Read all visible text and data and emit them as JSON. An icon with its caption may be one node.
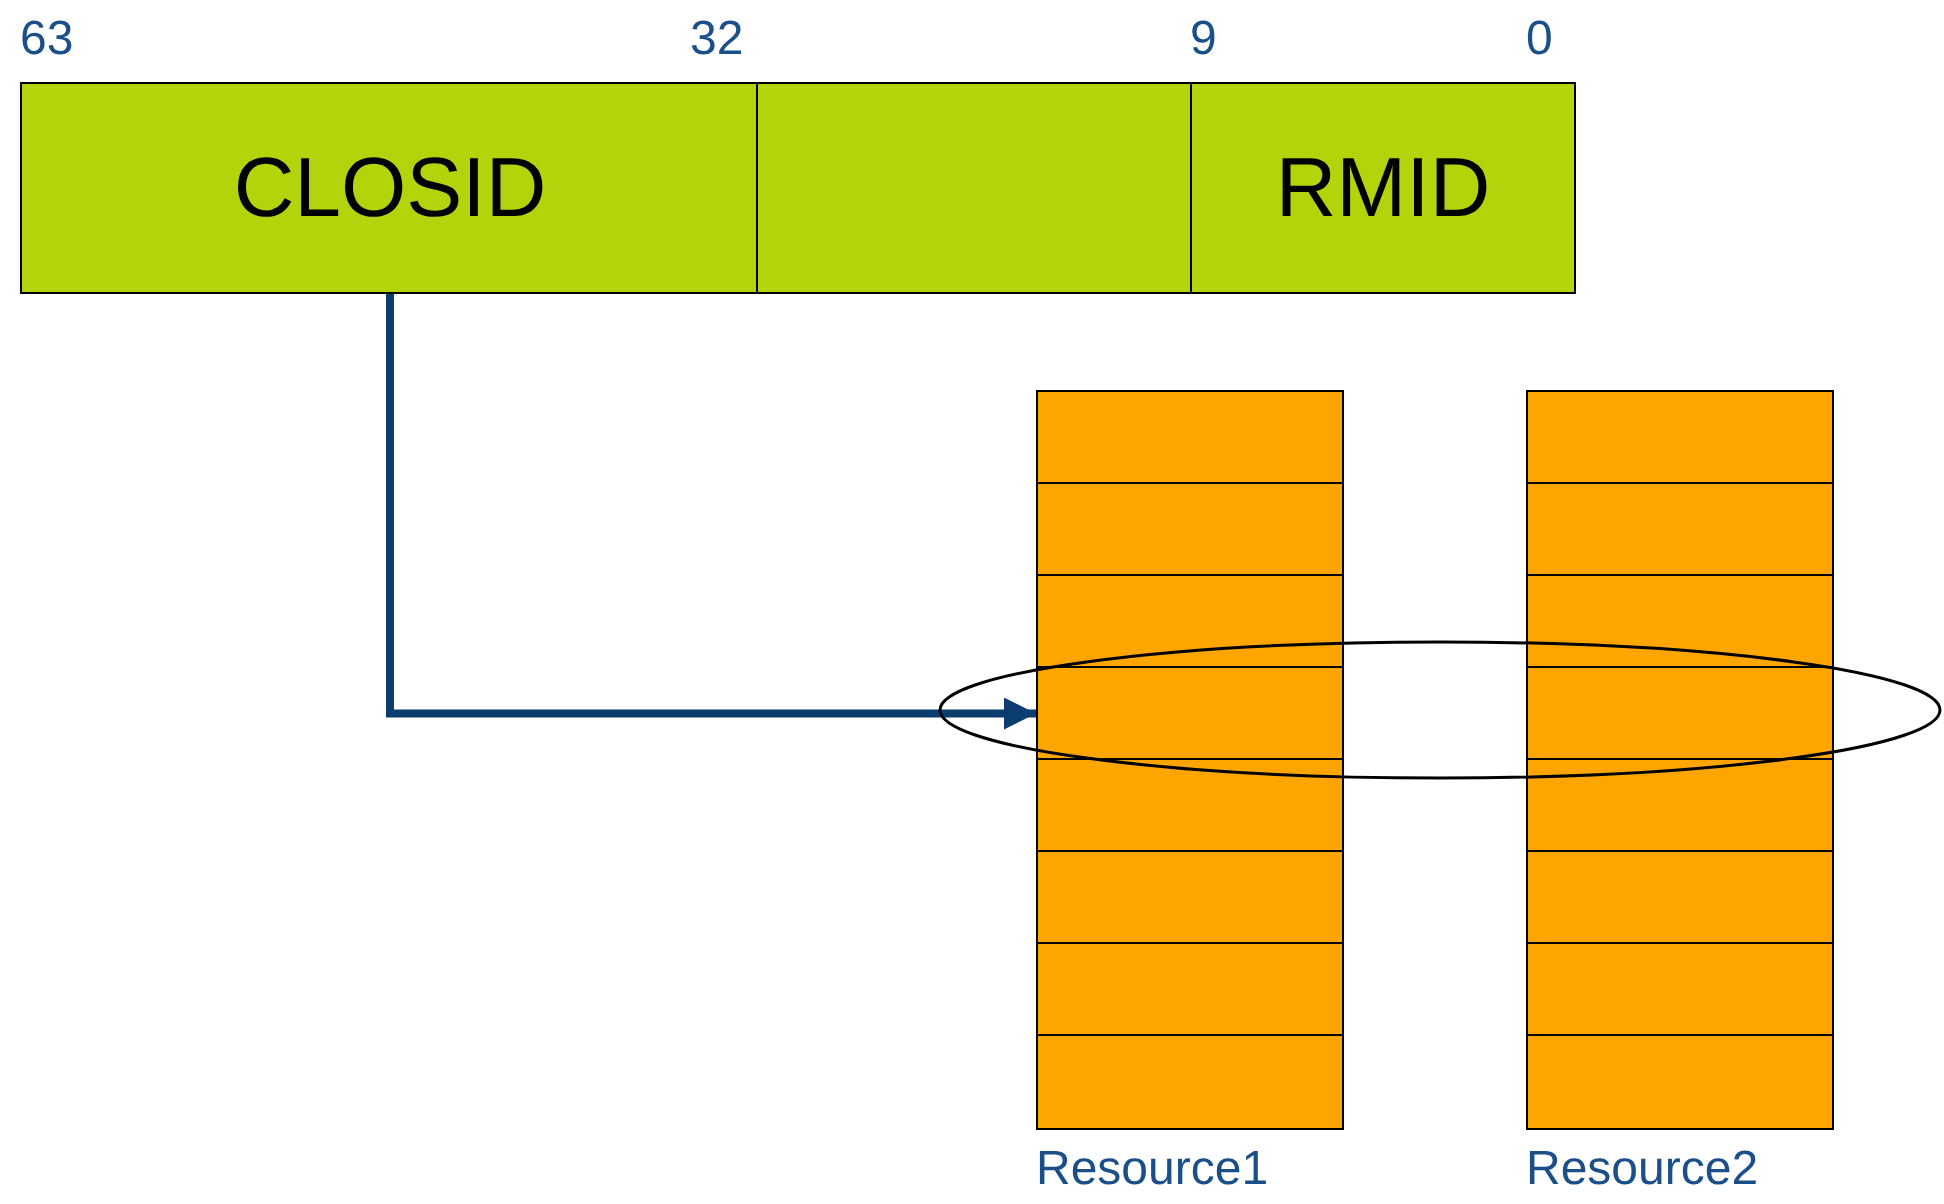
{
  "diagram": {
    "nodes": [
      {
        "text": [
          "CLOSID"
        ]
      },
      {
        "text": [],
        "shape": "box"
      },
      {
        "text": [
          "RMID"
        ]
      },
      {
        "text": [
          "Resource1"
        ]
      },
      {
        "text": [],
        "shape": "box",
        "in": 3
      },
      {
        "text": [],
        "shape": "box",
        "in": 3
      },
      {
        "text": [],
        "shape": "box",
        "in": 3
      },
      {
        "text": [],
        "shape": "box",
        "in": 3
      },
      {
        "text": [],
        "shape": "box",
        "in": 3
      },
      {
        "text": [],
        "shape": "box",
        "in": 3
      },
      {
        "text": [],
        "shape": "box",
        "in": 3
      },
      {
        "text": [],
        "shape": "box",
        "in": 3
      },
      {
        "text": [
          "Resource2"
        ]
      },
      {
        "text": [],
        "shape": "box",
        "in": 12
      },
      {
        "text": [],
        "shape": "box",
        "in": 12
      },
      {
        "text": [],
        "shape": "box",
        "in": 12
      },
      {
        "text": [],
        "shape": "box",
        "in": 12
      },
      {
        "text": [],
        "shape": "box",
        "in": 12
      },
      {
        "text": [],
        "shape": "box",
        "in": 12
      },
      {
        "text": [],
        "shape": "box",
        "in": 12
      },
      {
        "text": [],
        "shape": "box",
        "in": 12
      }
    ],
    "edges": [
      {
        "from": 0,
        "to": 7,
        "arrow": "to"
      }
    ],
    "labels": [
      "63",
      "32",
      "9",
      "0"
    ]
  }
}
